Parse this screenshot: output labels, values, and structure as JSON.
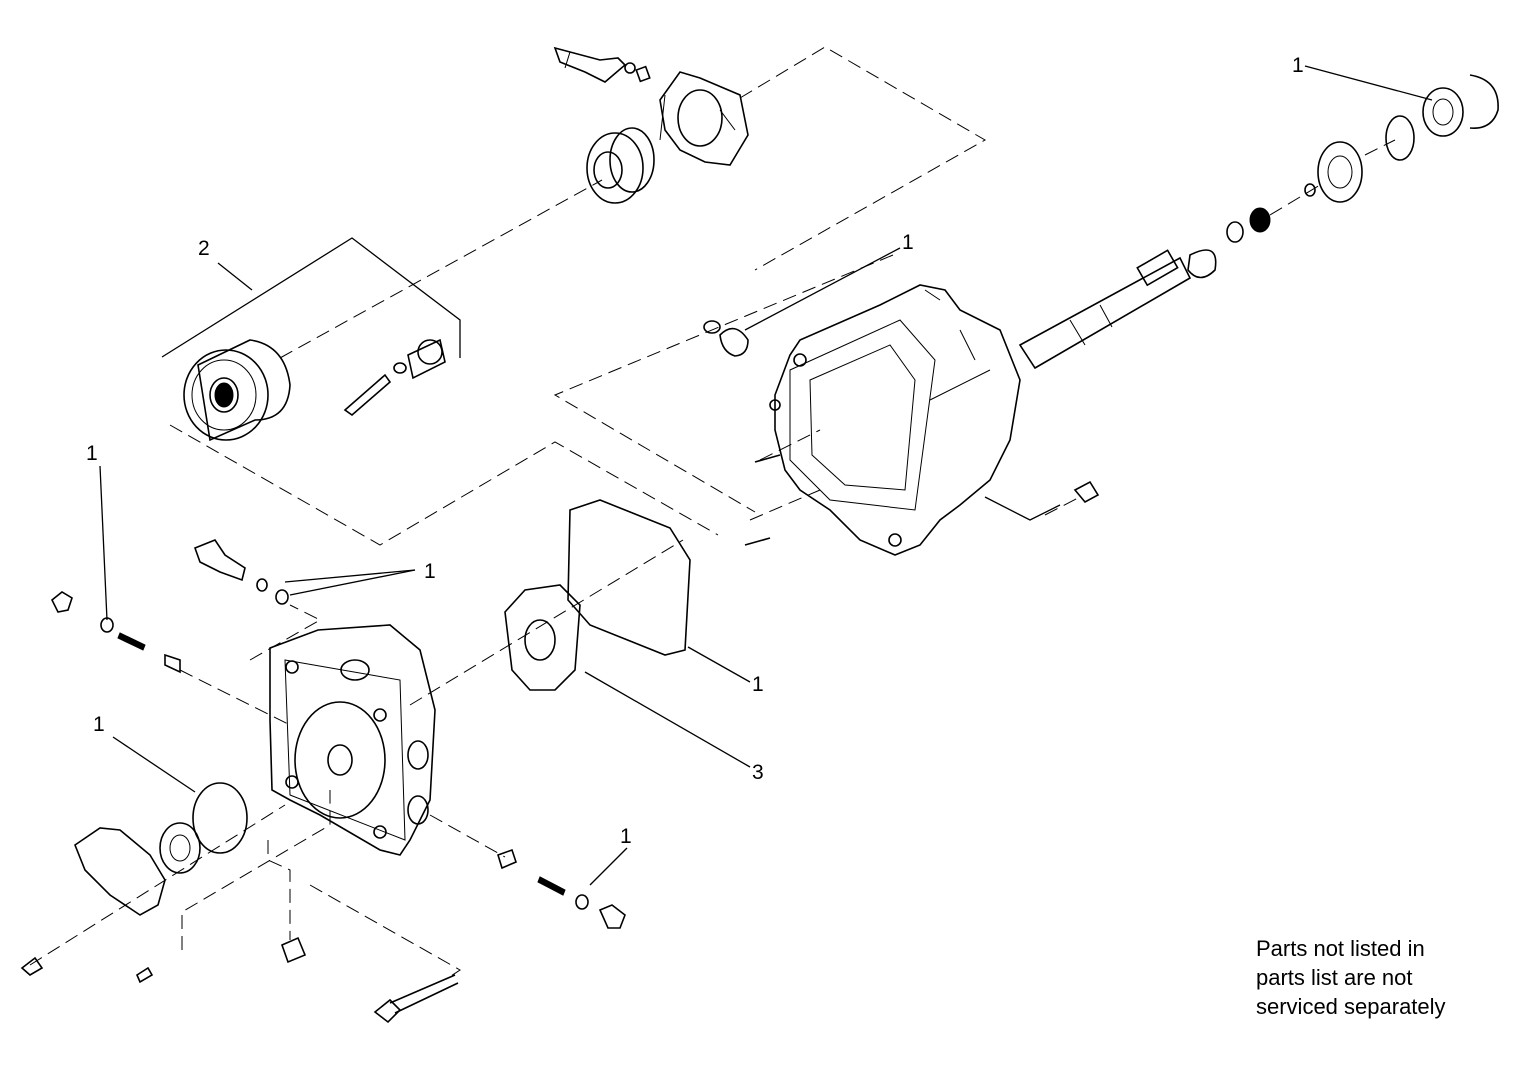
{
  "callouts": [
    {
      "id": "c1",
      "label": "1"
    },
    {
      "id": "c2",
      "label": "1"
    },
    {
      "id": "c3",
      "label": "2"
    },
    {
      "id": "c4",
      "label": "1"
    },
    {
      "id": "c5",
      "label": "1"
    },
    {
      "id": "c6",
      "label": "1"
    },
    {
      "id": "c7",
      "label": "1"
    },
    {
      "id": "c8",
      "label": "3"
    },
    {
      "id": "c9",
      "label": "1"
    }
  ],
  "note": {
    "line1": "Parts not listed in",
    "line2": "parts list are not",
    "line3": "serviced separately"
  }
}
